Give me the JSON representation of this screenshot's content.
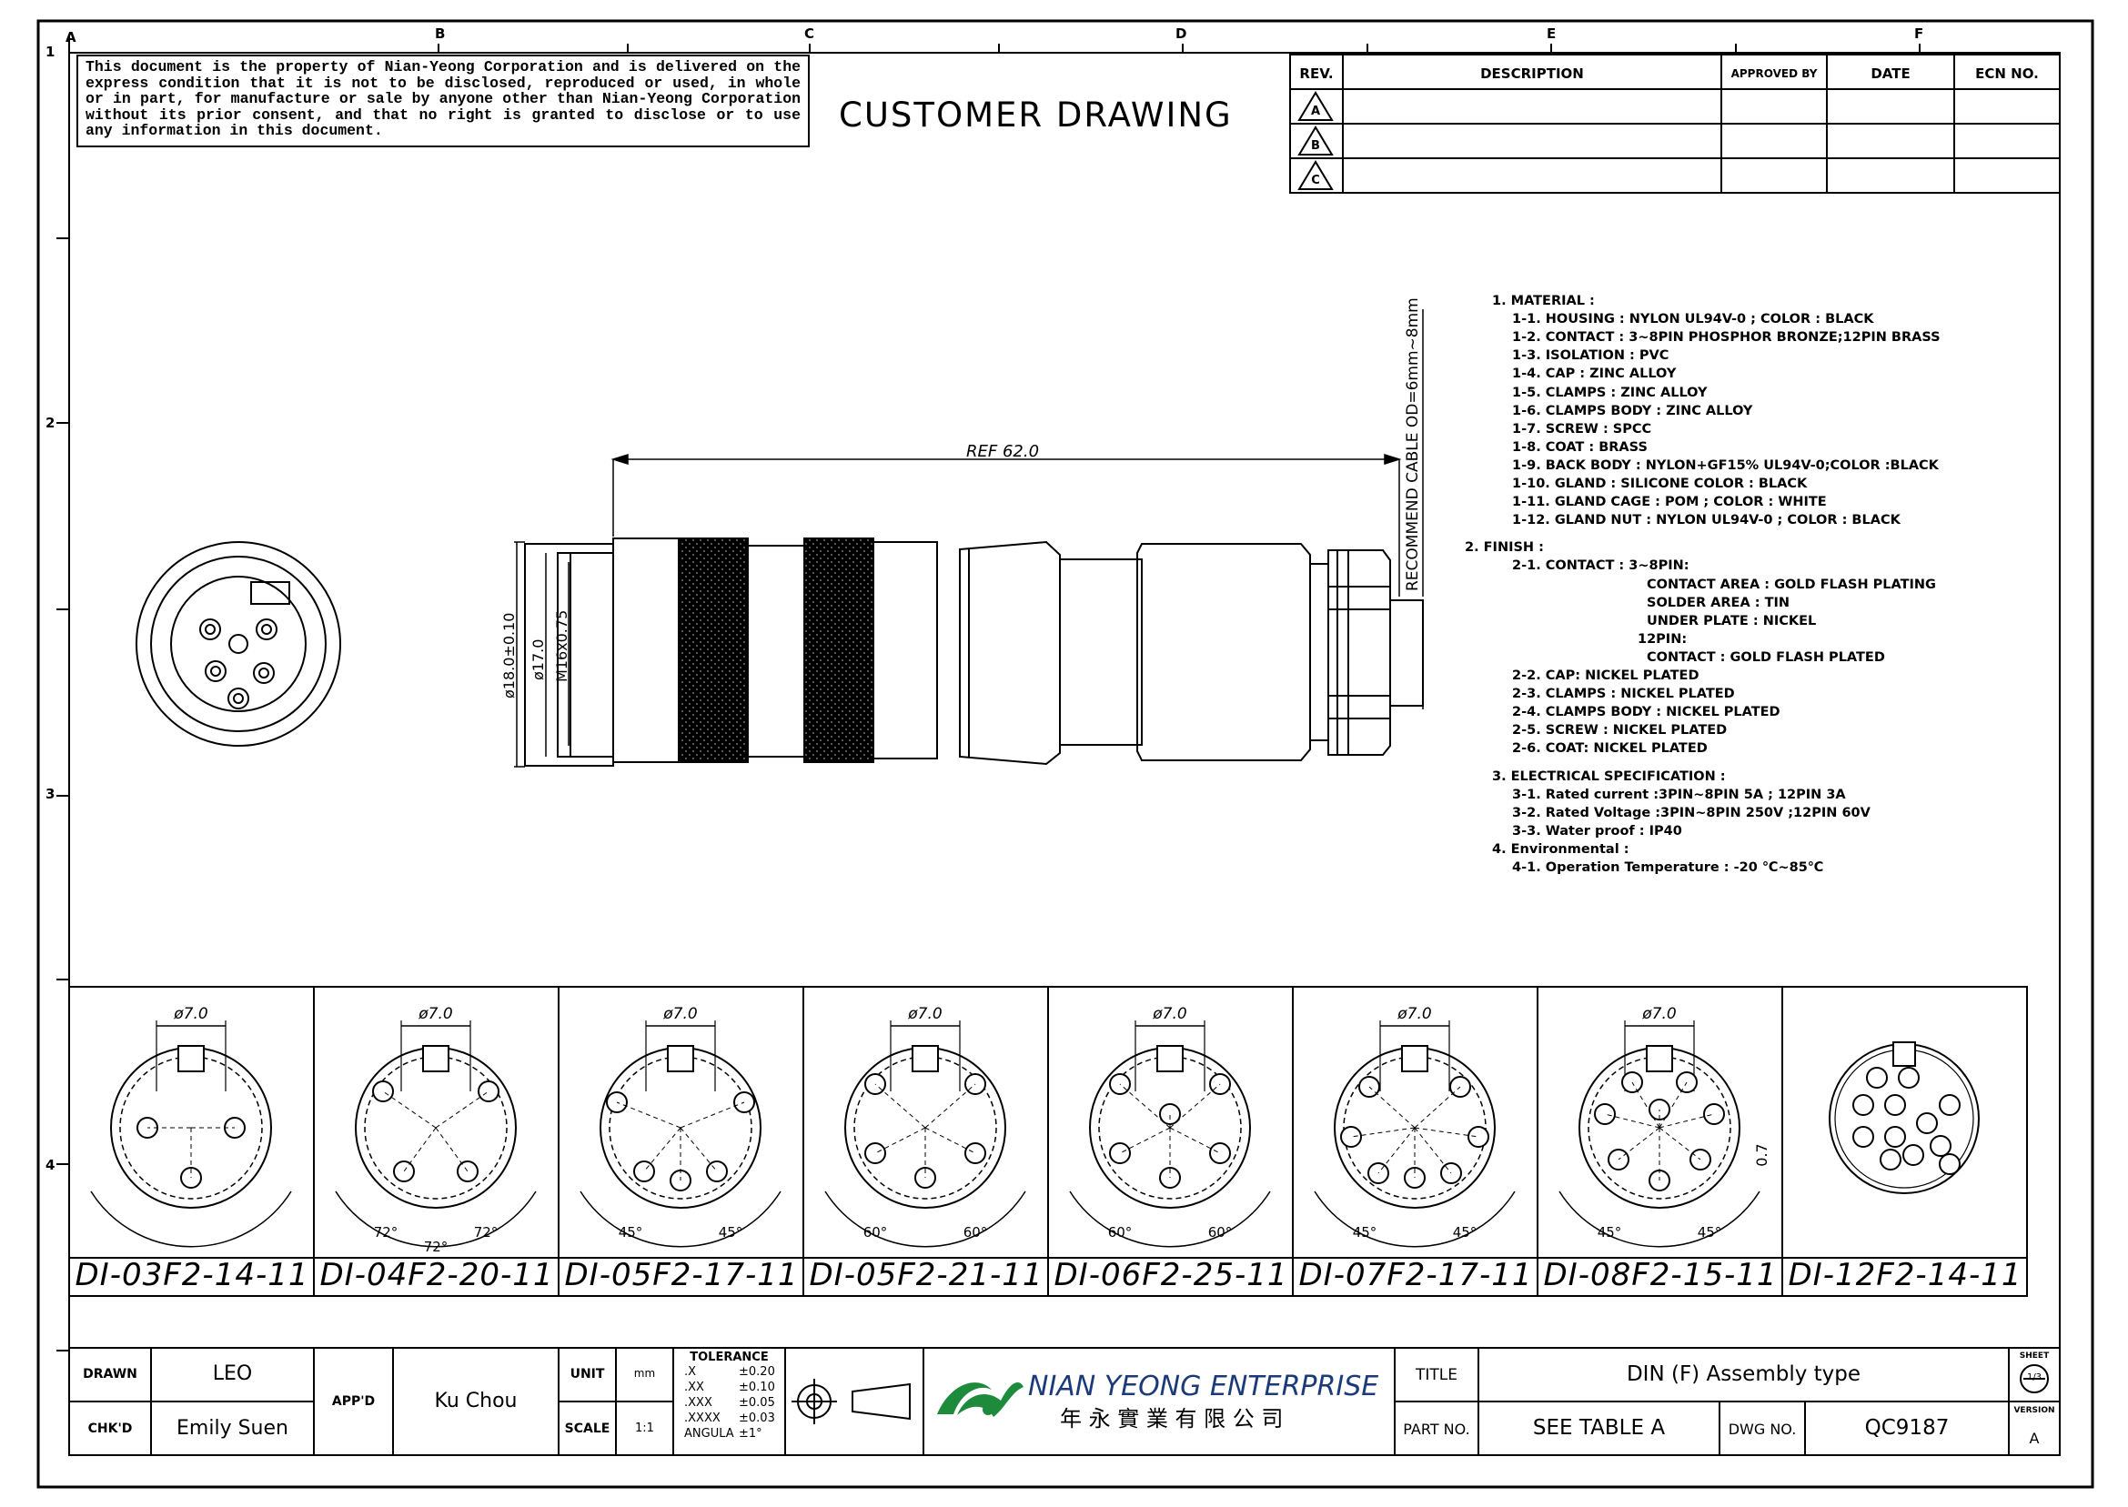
{
  "notice_text": "This document is the property of Nian-Yeong Corporation and is delivered on the express condition that it is not to be disclosed, reproduced or used, in whole or in part, for manufacture or sale by anyone other than Nian-Yeong Corporation without its prior consent, and that no right is granted to disclose or to use any information in this document.",
  "header": {
    "drawing_title": "CUSTOMER  DRAWING"
  },
  "grid": {
    "columns": [
      "A",
      "B",
      "C",
      "D",
      "E",
      "F"
    ],
    "rows": [
      "1",
      "2",
      "3",
      "4"
    ]
  },
  "revision_table": {
    "headers": {
      "rev": "REV.",
      "description": "DESCRIPTION",
      "approved_by": "APPROVED BY",
      "date": "DATE",
      "ecn": "ECN NO."
    },
    "revs": [
      "A",
      "B",
      "C"
    ]
  },
  "dimensions": {
    "ref_length": "REF 62.0",
    "cable_note": "RECOMMEND CABLE OD=6mm~8mm",
    "dia_outer": "ø18.0±0.10",
    "dia_inner": "ø17.0",
    "thread": "M16x0.75"
  },
  "notes": [
    "1.  MATERIAL :",
    "1-1.  HOUSING : NYLON  UL94V-0 ; COLOR : BLACK",
    "1-2.  CONTACT : 3~8PIN  PHOSPHOR  BRONZE;12PIN  BRASS",
    "1-3.  ISOLATION    : PVC",
    "1-4.  CAP   : ZINC  ALLOY",
    "1-5.  CLAMPS : ZINC  ALLOY",
    "1-6.  CLAMPS  BODY : ZINC  ALLOY",
    "1-7.  SCREW : SPCC",
    "1-8.  COAT   : BRASS",
    "1-9.  BACK  BODY : NYLON+GF15%  UL94V-0;COLOR :BLACK",
    "1-10.  GLAND : SILICONE  COLOR : BLACK",
    "1-11.  GLAND  CAGE : POM ; COLOR : WHITE",
    "1-12.  GLAND  NUT : NYLON  UL94V-0 ; COLOR : BLACK",
    "2.  FINISH :",
    "2-1.  CONTACT : 3~8PIN:",
    "CONTACT  AREA : GOLD  FLASH  PLATING",
    "SOLDER  AREA : TIN",
    "UNDER  PLATE : NICKEL",
    "12PIN:",
    "CONTACT : GOLD  FLASH  PLATED",
    "2-2.  CAP: NICKEL  PLATED",
    "2-3.  CLAMPS : NICKEL  PLATED",
    "2-4.  CLAMPS  BODY : NICKEL  PLATED",
    "2-5.  SCREW : NICKEL  PLATED",
    "2-6.  COAT: NICKEL  PLATED",
    "3.  ELECTRICAL  SPECIFICATION :",
    "3-1.  Rated  current :3PIN~8PIN  5A ; 12PIN  3A",
    "3-2.  Rated  Voltage :3PIN~8PIN  250V ;12PIN  60V",
    "3-3.  Water  proof : IP40",
    "4.  Environmental :",
    "4-1.  Operation  Temperature : -20 ℃~85℃"
  ],
  "pin_views": [
    {
      "part_no": "DI-03F2-14-11",
      "dia": "ø7.0",
      "angles": []
    },
    {
      "part_no": "DI-04F2-20-11",
      "dia": "ø7.0",
      "angles": [
        "72°",
        "72°",
        "72°"
      ]
    },
    {
      "part_no": "DI-05F2-17-11",
      "dia": "ø7.0",
      "angles": [
        "45°",
        "45°"
      ]
    },
    {
      "part_no": "DI-05F2-21-11",
      "dia": "ø7.0",
      "angles": [
        "60°",
        "60°"
      ]
    },
    {
      "part_no": "DI-06F2-25-11",
      "dia": "ø7.0",
      "angles": [
        "60°",
        "60°"
      ]
    },
    {
      "part_no": "DI-07F2-17-11",
      "dia": "ø7.0",
      "angles": [
        "45°",
        "45°"
      ]
    },
    {
      "part_no": "DI-08F2-15-11",
      "dia": "ø7.0",
      "angles": [
        "45°",
        "45°"
      ],
      "extra": "0.7"
    },
    {
      "part_no": "DI-12F2-14-11",
      "dia": "",
      "angles": []
    }
  ],
  "title_block": {
    "drawn_label": "DRAWN",
    "drawn_value": "LEO",
    "chkd_label": "CHK'D",
    "chkd_value": "Emily Suen",
    "appd_label": "APP'D",
    "appd_value": "Ku Chou",
    "unit_label": "UNIT",
    "unit_value": "mm",
    "scale_label": "SCALE",
    "scale_value": "1:1",
    "tolerance_title": "TOLERANCE",
    "tolerances": [
      {
        "k": ".X",
        "v": "±0.20"
      },
      {
        "k": ".XX",
        "v": "±0.10"
      },
      {
        "k": ".XXX",
        "v": "±0.05"
      },
      {
        "k": ".XXXX",
        "v": "±0.03"
      },
      {
        "k": "ANGULA",
        "v": "±1°"
      }
    ],
    "company_name": "NIAN YEONG ENTERPRISE",
    "company_chinese": "年 永 實 業 有 限 公 司",
    "title_label": "TITLE",
    "title_value": "DIN (F)  Assembly type",
    "part_no_label": "PART NO.",
    "part_no_value": "SEE TABLE A",
    "dwg_no_label": "DWG NO.",
    "dwg_no_value": "QC9187",
    "sheet_label": "SHEET",
    "sheet_value": "1/3",
    "version_label": "VERSION",
    "version_value": "A"
  },
  "colors": {
    "line": "#000000",
    "logo_green": "#1d8a3c",
    "background": "#ffffff"
  }
}
